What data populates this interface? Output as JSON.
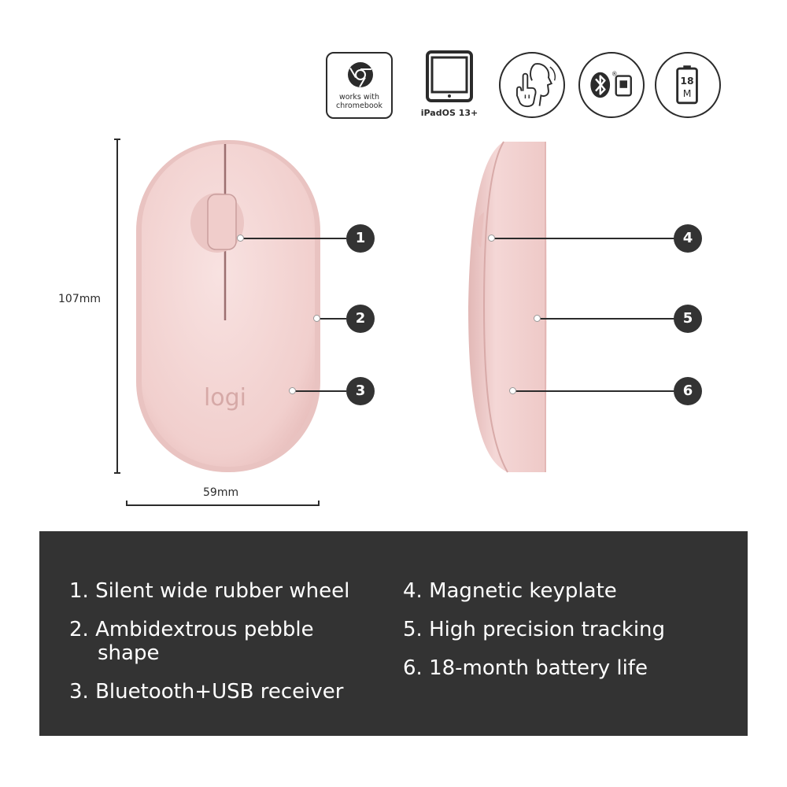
{
  "badges": {
    "chromebook_line1": "works with",
    "chromebook_line2": "chromebook",
    "ipad_label": "iPadOS 13+",
    "battery_top": "18",
    "battery_bottom": "M"
  },
  "dimensions": {
    "height": "107mm",
    "width": "59mm"
  },
  "mouse": {
    "logo": "logi",
    "color": "#f2d2d1"
  },
  "callouts": [
    "1",
    "2",
    "3",
    "4",
    "5",
    "6"
  ],
  "features": {
    "f1": "1.  Silent wide rubber wheel",
    "f2a": "2.  Ambidextrous pebble",
    "f2b": "shape",
    "f3": "3.  Bluetooth+USB receiver",
    "f4": "4. Magnetic keyplate",
    "f5": "5. High precision tracking",
    "f6": "6. 18-month battery life"
  },
  "colors": {
    "panel": "#333333",
    "text_dark": "#2b2b2b",
    "mouse_pink": "#f2d2d1"
  }
}
